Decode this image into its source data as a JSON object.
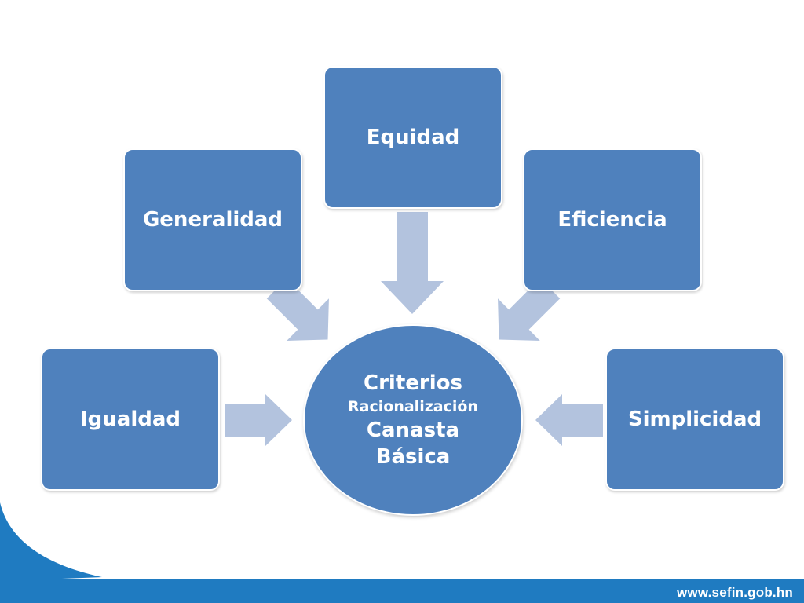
{
  "diagram": {
    "nodes": {
      "equidad": "Equidad",
      "generalidad": "Generalidad",
      "eficiencia": "Eficiencia",
      "igualdad": "Igualdad",
      "simplicidad": "Simplicidad"
    },
    "center": {
      "line1": "Criterios",
      "line2": "Racionalización",
      "line3": "Canasta",
      "line4": "Básica"
    }
  },
  "footer": {
    "url": "www.sefin.gob.hn"
  },
  "colors": {
    "node_fill": "#4f81bd",
    "arrow_fill": "#b3c3de",
    "footer_band": "#1f7bc1"
  }
}
